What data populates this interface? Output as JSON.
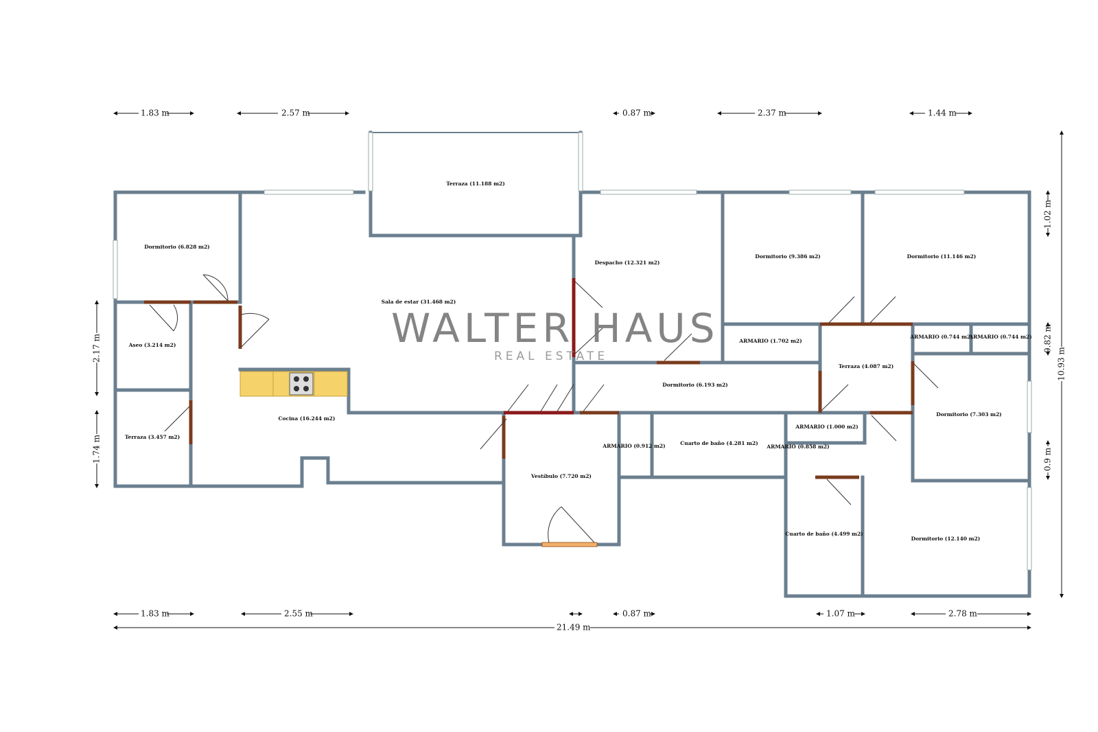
{
  "watermark": {
    "title": "WALTER HAUS",
    "subtitle": "REAL ESTATE"
  },
  "rooms": {
    "terraza_top": "Terraza (11.188 m2)",
    "dormitorio_1": "Dormitorio (6.828 m2)",
    "sala": "Sala de estar (31.468 m2)",
    "despacho": "Despacho (12.321 m2)",
    "dormitorio_2": "Dormitorio (9.386 m2)",
    "dormitorio_3": "Dormitorio (11.146 m2)",
    "armario_1": "ARMARIO (1.702 m2)",
    "armario_2": "ARMARIO (0.744 m2)",
    "armario_3": "ARMARIO (0.744 m2)",
    "aseo": "Aseo (3.214 m2)",
    "terraza_mid": "Terraza (4.087 m2)",
    "dormitorio_4": "Dormitorio (6.193 m2)",
    "dormitorio_5": "Dormitorio (7.303 m2)",
    "armario_4": "ARMARIO (1.000 m2)",
    "cocina": "Cocina (16.244 m2)",
    "terraza_left": "Terraza (3.457 m2)",
    "armario_5": "ARMARIO (0.912 m2)",
    "bano_1": "Cuarto de baño (4.281 m2)",
    "armario_6": "ARMARIO (0.858 m2)",
    "vestibulo": "Vestíbulo (7.720 m2)",
    "bano_2": "Cuarto de baño (4.499 m2)",
    "dormitorio_6": "Dormitorio (12.140 m2)"
  },
  "dimensions": {
    "top": [
      "1.83 m",
      "2.57 m",
      "0.87 m",
      "2.37 m",
      "1.44 m"
    ],
    "bottom": [
      "1.83 m",
      "2.55 m",
      "0.87 m",
      "1.07 m",
      "2.78 m"
    ],
    "total_width": "21.49 m",
    "left": [
      "2.17 m",
      "1.74 m"
    ],
    "right": [
      "1.02 m",
      "0.82 m",
      "0.9 m"
    ],
    "total_height": "10.93 m"
  },
  "colors": {
    "wall": "#6b7f8f",
    "door_wood": "#7a3b1e",
    "door_red": "#8b1a1a",
    "counter": "#f6d26b",
    "entry_mat": "#f4b06a"
  }
}
